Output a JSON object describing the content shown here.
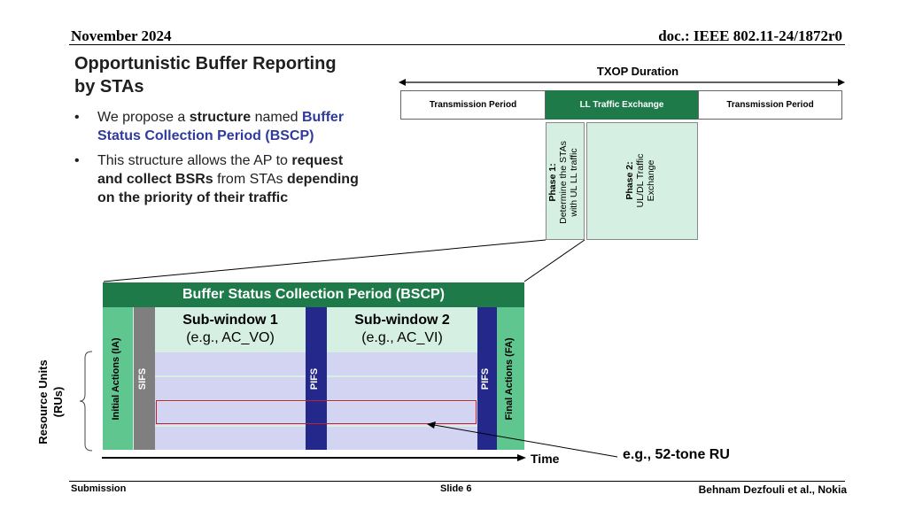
{
  "header": {
    "date": "November 2024",
    "doc": "doc.: IEEE 802.11-24/1872r0"
  },
  "title": {
    "line1": "Opportunistic Buffer Reporting",
    "line2": "by STAs"
  },
  "bullets": {
    "marker": "•",
    "b1": {
      "t1": "We propose a ",
      "t2": "structure",
      "t3": " named ",
      "t4": "Buffer",
      "t5": "Status Collection Period (BSCP)"
    },
    "b2": {
      "t1": "This structure allows the AP to ",
      "t2": "request",
      "t3": "and collect BSRs",
      "t4": " from STAs ",
      "t5": "depending",
      "t6": "on the priority of their traffic"
    }
  },
  "txop": {
    "label": "TXOP Duration",
    "segments": [
      "Transmission Period",
      "LL Traffic Exchange",
      "Transmission Period"
    ],
    "phase1": {
      "title": "Phase 1:",
      "l2": "Determine the STAs",
      "l3": "with UL LL traffic"
    },
    "phase2": {
      "title": "Phase 2:",
      "l2": "UL/DL Traffic",
      "l3": "Exchange"
    }
  },
  "bscp": {
    "title": "Buffer Status Collection Period (BSCP)",
    "initial": "Initial Actions (IA)",
    "sifs": "SIFS",
    "pifs": "PIFS",
    "final": "Final Actions (FA)",
    "sub1": {
      "name": "Sub-window 1",
      "ac": "(e.g., AC_VO)"
    },
    "sub2": {
      "name": "Sub-window 2",
      "ac": "(e.g., AC_VI)"
    },
    "ru_axis": {
      "l1": "Resource Units",
      "l2": "(RUs)"
    },
    "time": "Time",
    "ru_note": "e.g., 52-tone RU"
  },
  "footer": {
    "left": "Submission",
    "center": "Slide 6",
    "right": "Behnam Dezfouli et al., Nokia"
  },
  "colors": {
    "dark_green": "#1f7a4a",
    "light_green": "#d5f0e3",
    "mid_green": "#5fc68f",
    "navy": "#23288a",
    "lane": "#d3d4f2",
    "grey": "#7f7f7f",
    "highlight_red": "#c0203a",
    "text_blue": "#2f3b9c"
  }
}
